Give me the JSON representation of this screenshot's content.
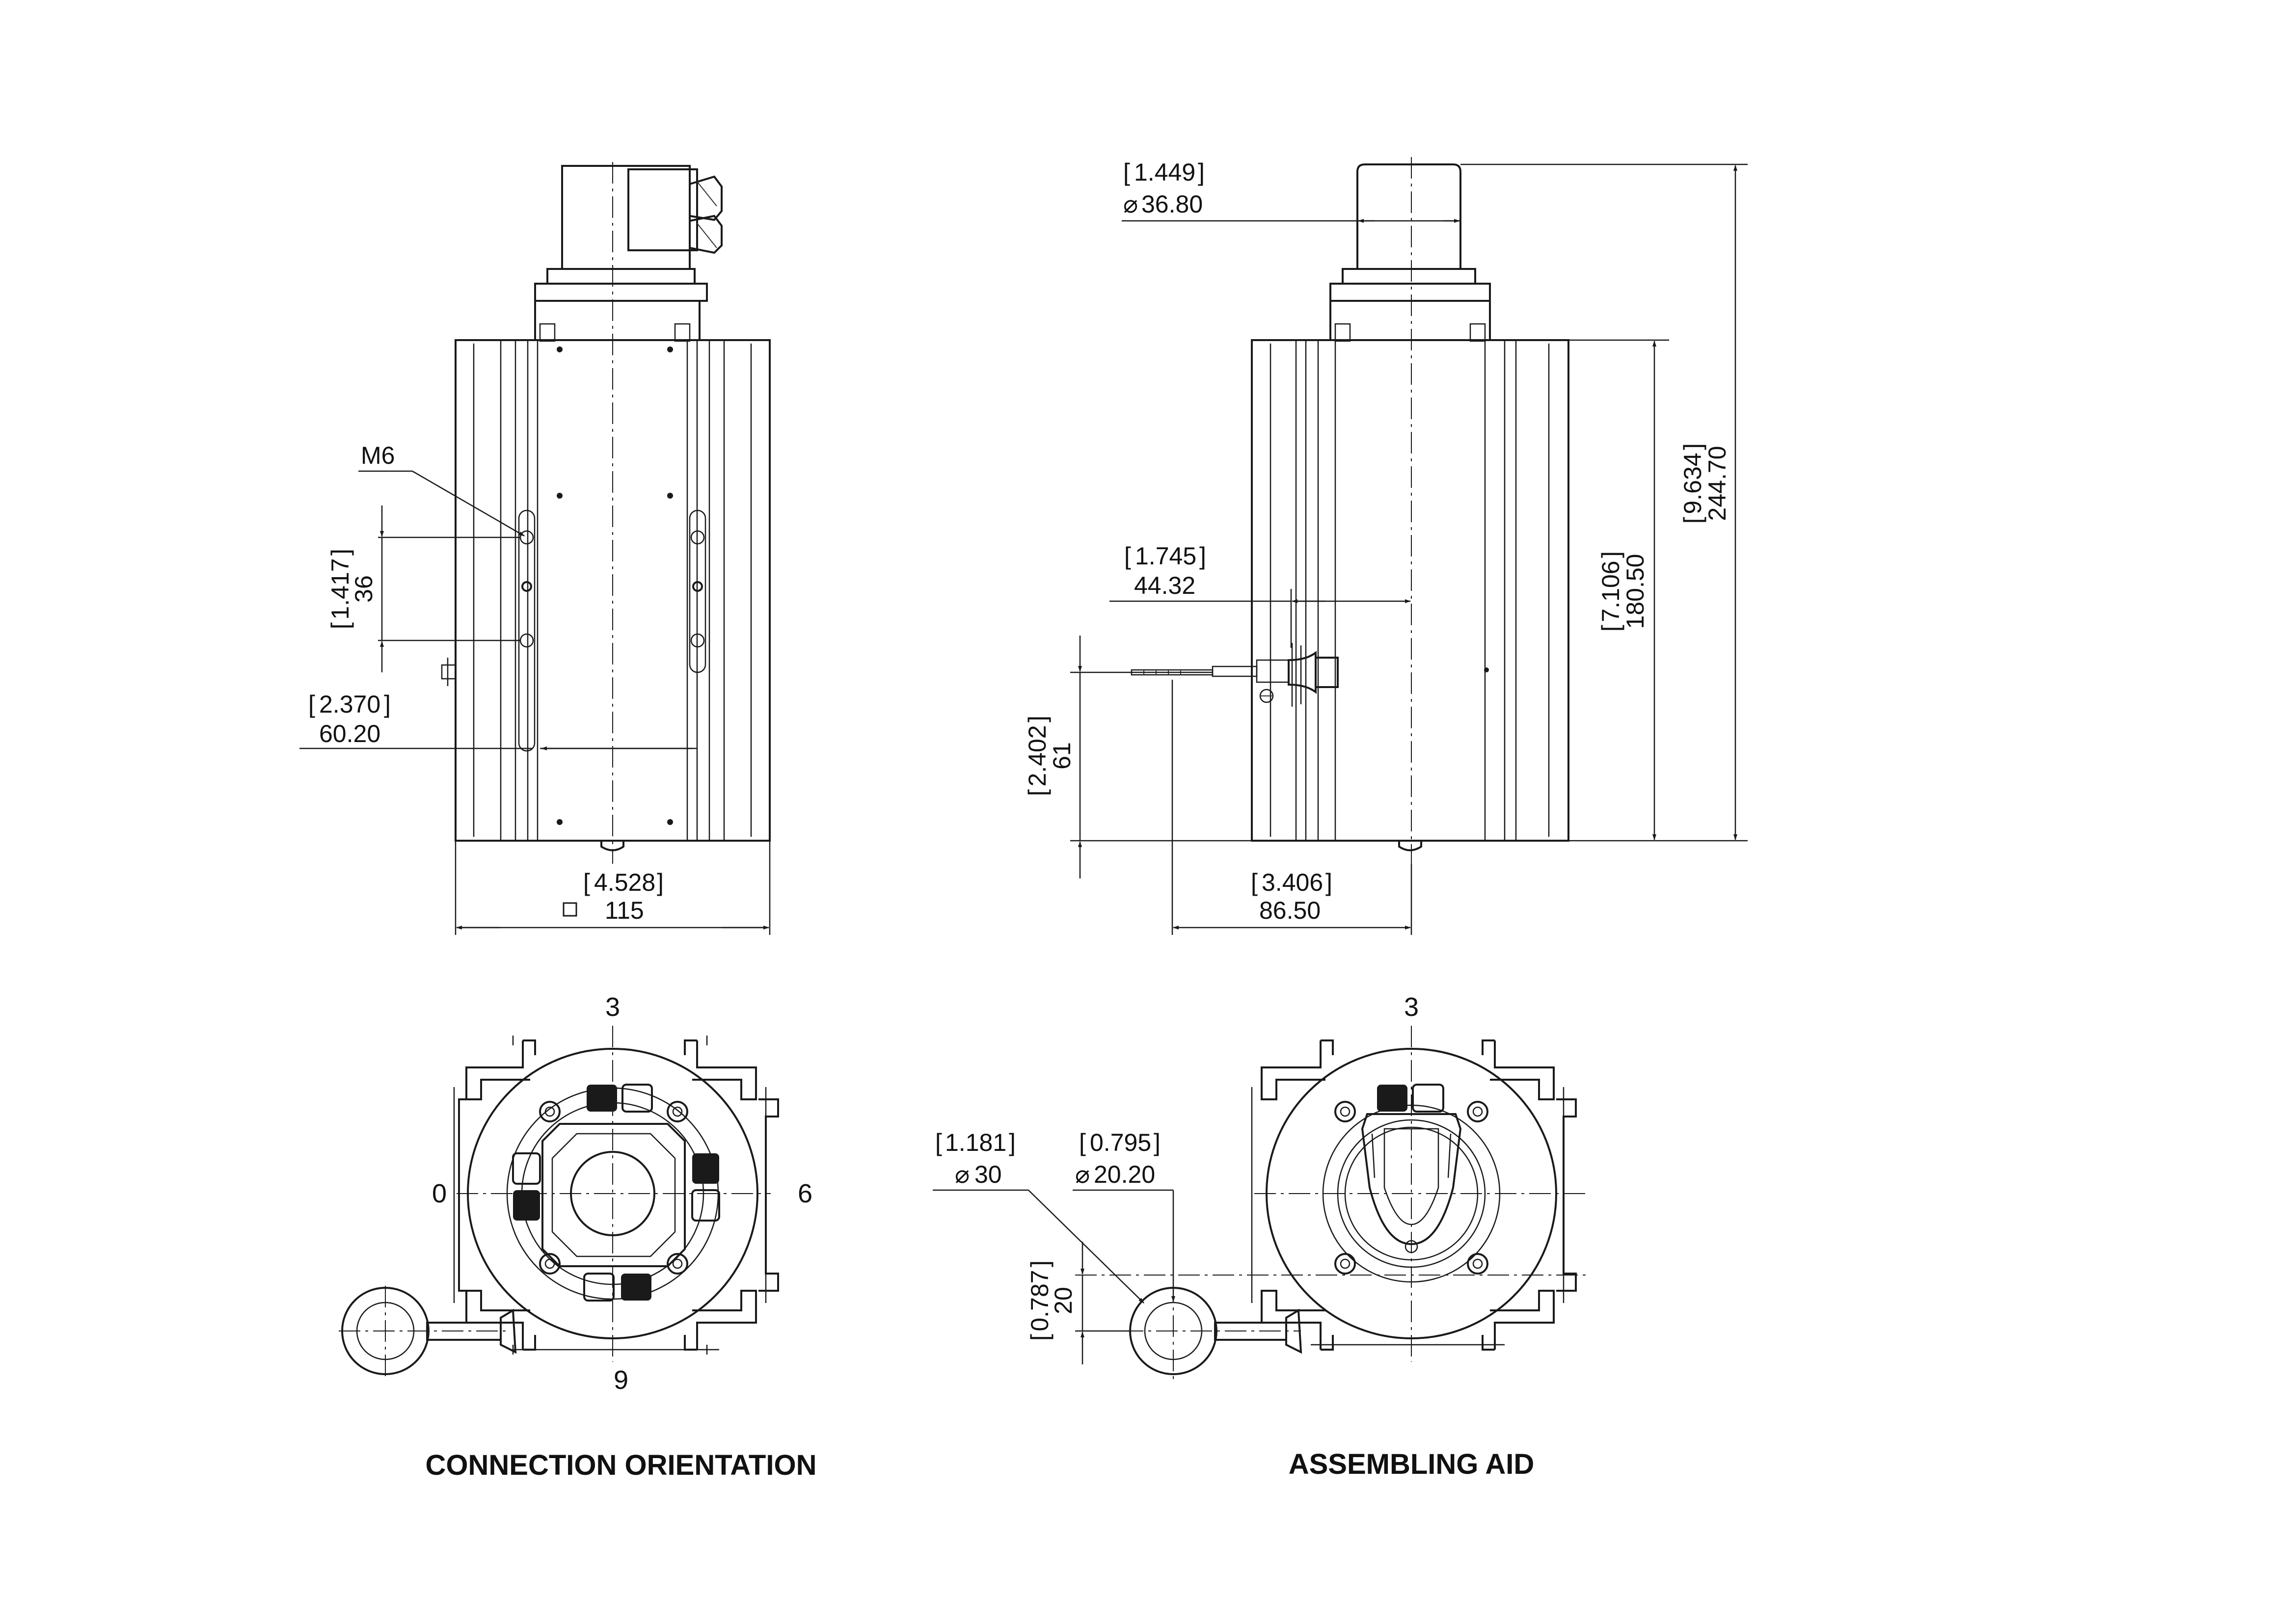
{
  "views": {
    "front": {
      "thread_label": "M6",
      "hole_spacing_in": "1.417",
      "hole_spacing_mm": "36",
      "shaft_offset_in": "2.370",
      "shaft_offset_mm": "60.20",
      "width_in": "4.528",
      "width_mm": "115"
    },
    "side": {
      "cap_diameter_in": "1.449",
      "cap_diameter_mm": "36.80",
      "total_height_in": "9.634",
      "total_height_mm": "244.70",
      "body_height_in": "7.106",
      "body_height_mm": "180.50",
      "arm_offset_in": "1.745",
      "arm_offset_mm": "44.32",
      "arm_height_in": "2.402",
      "arm_height_mm": "61",
      "arm_reach_in": "3.406",
      "arm_reach_mm": "86.50"
    },
    "connection_orientation": {
      "caption": "CONNECTION ORIENTATION",
      "pos_top": "3",
      "pos_left": "0",
      "pos_right": "6",
      "pos_bottom": "9"
    },
    "assembling_aid": {
      "caption": "ASSEMBLING AID",
      "pos_top": "3",
      "ring_diameter_in": "1.181",
      "ring_diameter_mm": "30",
      "hole_diameter_in": "0.795",
      "hole_diameter_mm": "20.20",
      "ring_offset_in": "0.787",
      "ring_offset_mm": "20"
    }
  },
  "symbols": {
    "diameter": "⌀",
    "square": "□"
  },
  "colors": {
    "line": "#1a1a1a",
    "background": "#ffffff"
  }
}
